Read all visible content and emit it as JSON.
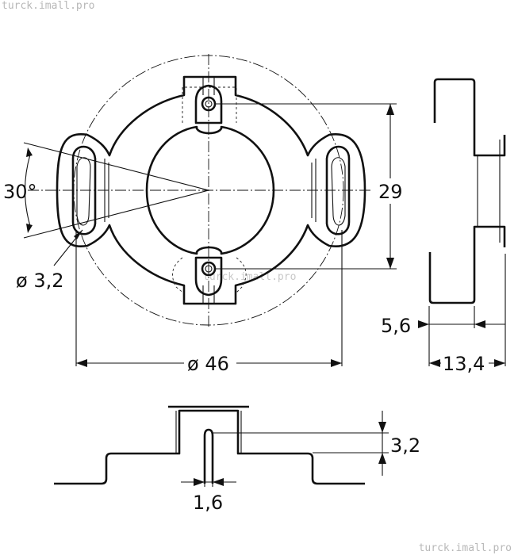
{
  "watermark": "turck.imall.pro",
  "dimensions": {
    "angle": "30°",
    "hole_diameter": "ø 3,2",
    "outer_diameter": "ø 46",
    "height": "29",
    "flange_offset": "5,6",
    "depth": "13,4",
    "slot_depth": "3,2",
    "slot_width": "1,6"
  }
}
